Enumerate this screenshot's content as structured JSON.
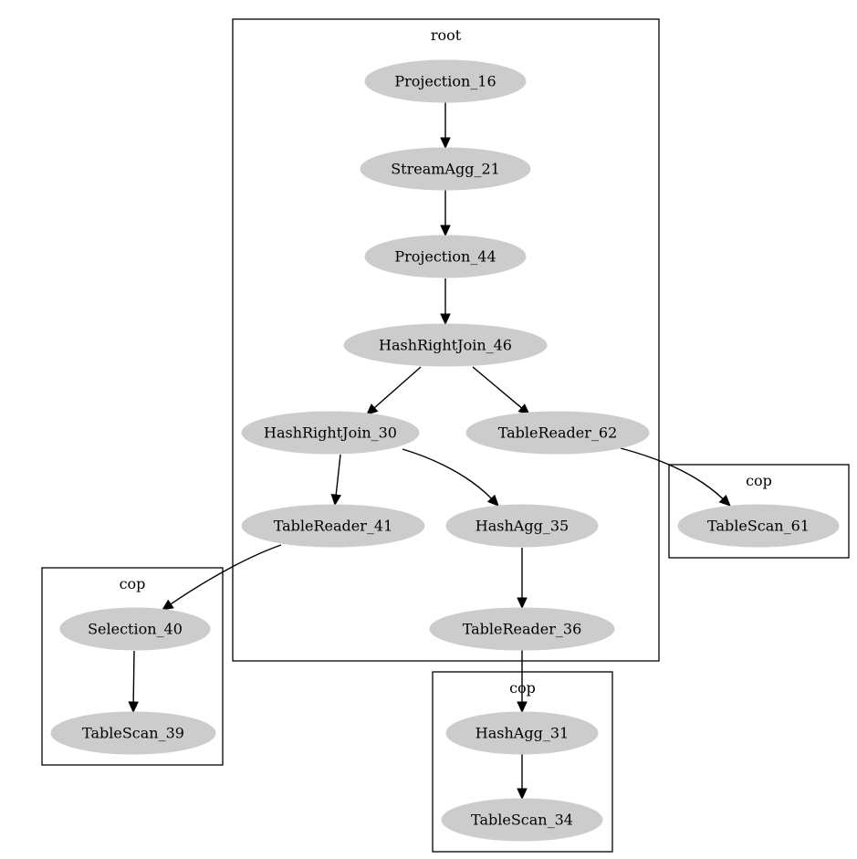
{
  "colors": {
    "node_fill": "#cccccc",
    "edge": "#000000",
    "cluster_border": "#000000",
    "background": "#ffffff"
  },
  "clusters": [
    {
      "id": "root",
      "label": "root"
    },
    {
      "id": "cop_a",
      "label": "cop"
    },
    {
      "id": "cop_b",
      "label": "cop"
    },
    {
      "id": "cop_c",
      "label": "cop"
    }
  ],
  "nodes": [
    {
      "id": "projection_16",
      "label": "Projection_16"
    },
    {
      "id": "streamagg_21",
      "label": "StreamAgg_21"
    },
    {
      "id": "projection_44",
      "label": "Projection_44"
    },
    {
      "id": "hashrightjoin_46",
      "label": "HashRightJoin_46"
    },
    {
      "id": "hashrightjoin_30",
      "label": "HashRightJoin_30"
    },
    {
      "id": "tablereader_62",
      "label": "TableReader_62"
    },
    {
      "id": "tablereader_41",
      "label": "TableReader_41"
    },
    {
      "id": "hashagg_35",
      "label": "HashAgg_35"
    },
    {
      "id": "tablereader_36",
      "label": "TableReader_36"
    },
    {
      "id": "tablescan_61",
      "label": "TableScan_61"
    },
    {
      "id": "selection_40",
      "label": "Selection_40"
    },
    {
      "id": "tablescan_39",
      "label": "TableScan_39"
    },
    {
      "id": "hashagg_31",
      "label": "HashAgg_31"
    },
    {
      "id": "tablescan_34",
      "label": "TableScan_34"
    }
  ],
  "edges": [
    {
      "from": "projection_16",
      "to": "streamagg_21"
    },
    {
      "from": "streamagg_21",
      "to": "projection_44"
    },
    {
      "from": "projection_44",
      "to": "hashrightjoin_46"
    },
    {
      "from": "hashrightjoin_46",
      "to": "hashrightjoin_30"
    },
    {
      "from": "hashrightjoin_46",
      "to": "tablereader_62"
    },
    {
      "from": "hashrightjoin_30",
      "to": "tablereader_41"
    },
    {
      "from": "hashrightjoin_30",
      "to": "hashagg_35"
    },
    {
      "from": "hashagg_35",
      "to": "tablereader_36"
    },
    {
      "from": "tablereader_62",
      "to": "tablescan_61"
    },
    {
      "from": "tablereader_41",
      "to": "selection_40"
    },
    {
      "from": "selection_40",
      "to": "tablescan_39"
    },
    {
      "from": "tablereader_36",
      "to": "hashagg_31"
    },
    {
      "from": "hashagg_31",
      "to": "tablescan_34"
    }
  ]
}
